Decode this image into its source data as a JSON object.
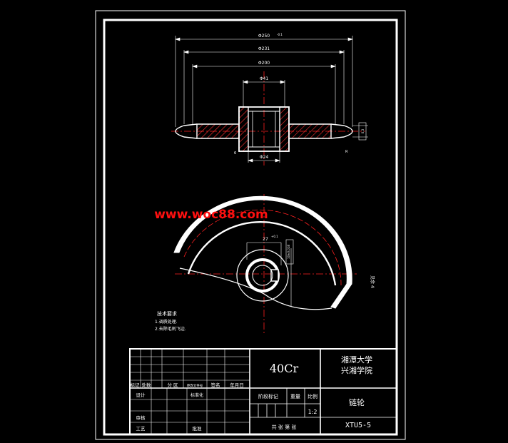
{
  "colors": {
    "background": "#000000",
    "linework": "#ffffff",
    "hatch": "#ff3030",
    "centerline": "#ff2020",
    "watermark": "#ff1010"
  },
  "watermark": "www.woc88.com",
  "dimensions": {
    "outer_dia": "Φ250",
    "outer_tol": "-0.1",
    "root_dia": "Φ231",
    "mid_dia": "Φ200",
    "hub_dia": "Φ41",
    "bore_dia": "Φ24",
    "keyway_depth": "27",
    "keyway_tol": "+0.1",
    "right_note": "见余 4",
    "side_tol": "0.3",
    "small_label": "R",
    "vertical_tol": "10±0.018",
    "left_mark": "6"
  },
  "tech_requirements": {
    "heading": "技术要求",
    "items": [
      "1.调质处理.",
      "2.去除毛刺飞边."
    ]
  },
  "title_block": {
    "material": "40Cr",
    "school_line1": "湘潭大学",
    "school_line2": "兴湘学院",
    "part_name": "链轮",
    "drawing_no": "XTU5-5",
    "scale": "1:2",
    "headers": [
      "标记",
      "处数",
      "分 区",
      "更改文件号",
      "签名",
      "年月日"
    ],
    "row_design": "设计",
    "row_standard": "标准化",
    "row_stage": "阶段标记",
    "row_weight": "重量",
    "row_scale_label": "比例",
    "row_review": "审核",
    "row_process": "工艺",
    "row_approve": "批准",
    "sheets": "共 张 第 张"
  }
}
